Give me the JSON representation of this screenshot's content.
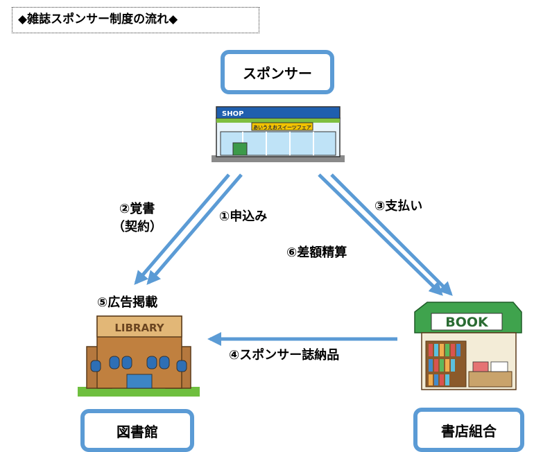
{
  "title": "◆雑誌スポンサー制度の流れ◆",
  "nodes": {
    "sponsor": "スポンサー",
    "library": "図書館",
    "union": "書店組合"
  },
  "shop_sign": "SHOP",
  "shop_banner": "あいうえおスイーツフェア",
  "library_sign": "LIBRARY",
  "book_sign": "BOOK",
  "labels": {
    "memo_line1": "②覚書",
    "memo_line2": "（契約）",
    "apply": "①申込み",
    "payment": "③支払い",
    "settle": "⑥差額精算",
    "ad": "⑤広告掲載",
    "deliver": "④スポンサー誌納品"
  },
  "colors": {
    "box_border": "#5b9bd5",
    "arrow": "#5b9bd5"
  }
}
